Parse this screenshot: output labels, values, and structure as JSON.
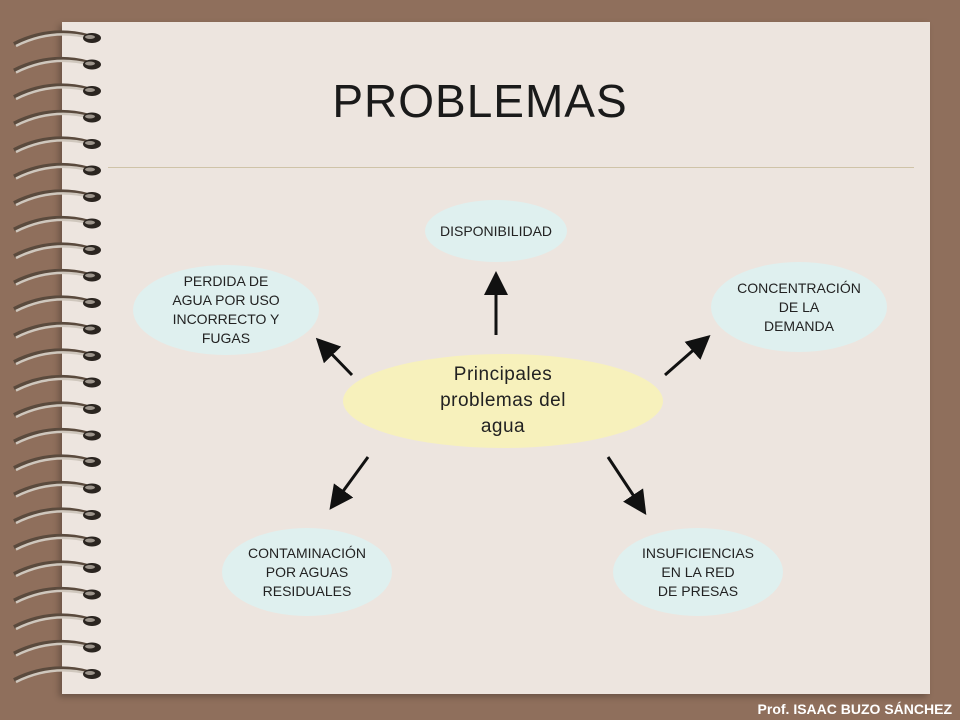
{
  "slide": {
    "title": "PROBLEMAS",
    "footer": "Prof. ISAAC BUZO SÁNCHEZ"
  },
  "diagram": {
    "center": "Principales\nproblemas del\nagua",
    "nodes": {
      "disponibilidad": "DISPONIBILIDAD",
      "perdida": "PERDIDA DE\nAGUA POR USO\nINCORRECTO Y\nFUGAS",
      "concentracion": "CONCENTRACIÓN\nDE LA\nDEMANDA",
      "contaminacion": "CONTAMINACIÓN\nPOR AGUAS\nRESIDUALES",
      "insuficiencias": "INSUFICIENCIAS\nEN LA RED\nDE PRESAS"
    }
  },
  "colors": {
    "frame": "#8f6f5c",
    "paper": "#ede5df",
    "center_fill": "#f7f1bc",
    "node_fill": "#dff0ef"
  },
  "icons": {
    "binding": "spiral-binding-icon"
  }
}
